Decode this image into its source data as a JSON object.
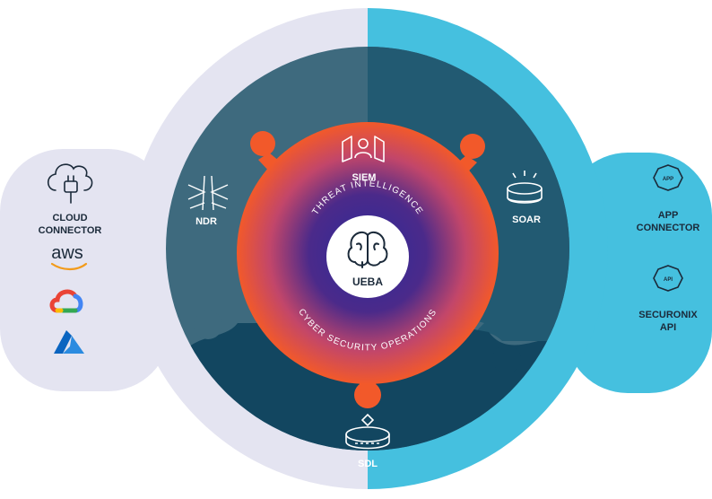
{
  "left_panel": {
    "cloud_connector_line1": "CLOUD",
    "cloud_connector_line2": "CONNECTOR",
    "aws_label": "aws"
  },
  "right_panel": {
    "app_connector_line1": "APP",
    "app_connector_line2": "CONNECTOR",
    "app_badge": "APP",
    "api_line1": "SECURONIX",
    "api_line2": "API",
    "api_badge": "API"
  },
  "ring": {
    "ndr": "NDR",
    "soar": "SOAR",
    "sdl": "SDL"
  },
  "core": {
    "siem": "SIEM",
    "threat_intel": "THREAT INTELLIGENCE",
    "cyber_ops": "CYBER SECURITY OPERATIONS",
    "ueba": "UEBA"
  },
  "colors": {
    "left_bg": "#e4e4f1",
    "right_bg": "#45c0df",
    "ring_left": "#3e6a7e",
    "ring_right": "#225a72",
    "ring_bottom": "#124660",
    "orange": "#f2592a",
    "purple": "#3a2a8e",
    "text_dark": "#1b2a3a"
  }
}
